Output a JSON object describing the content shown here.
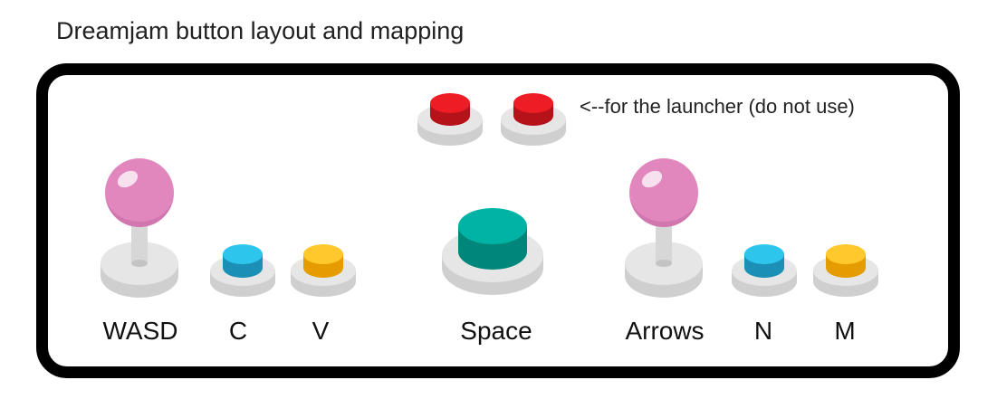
{
  "title": "Dreamjam button layout and mapping",
  "launcher_note": "<--for the launcher (do not use)",
  "controls": {
    "left_stick": "WASD",
    "left_blue": "C",
    "left_yellow": "V",
    "center": "Space",
    "right_stick": "Arrows",
    "right_blue": "N",
    "right_yellow": "M"
  },
  "icons": {
    "joystick": "joystick-icon",
    "button": "arcade-button-icon"
  },
  "colors": {
    "red": "#ee1c24",
    "red_dark": "#b5121a",
    "blue": "#2ec5ec",
    "blue_dark": "#1b8fb5",
    "yellow": "#ffc92e",
    "yellow_dark": "#e59c00",
    "teal": "#00b3a4",
    "teal_dark": "#00867a",
    "ball": "#e287be",
    "ball_dark": "#c66aa3",
    "base": "#e6e6e6",
    "base_dark": "#cfcfcf",
    "stick": "#d7d7d7"
  }
}
